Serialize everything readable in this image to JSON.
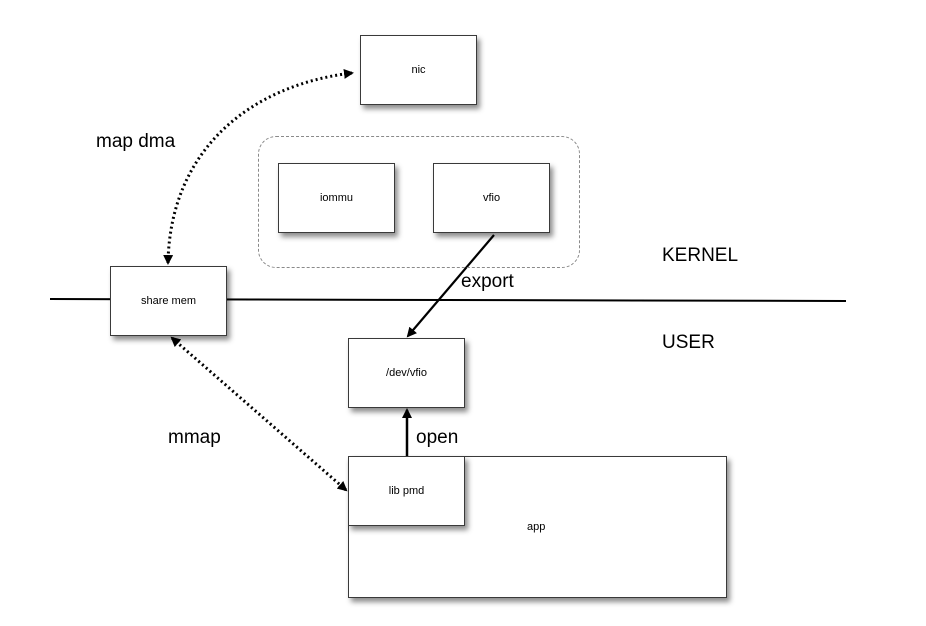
{
  "nodes": {
    "nic": "nic",
    "iommu": "iommu",
    "vfio": "vfio",
    "share_mem": "share mem",
    "dev_vfio": "/dev/vfio",
    "app": "app",
    "lib_pmd": "lib pmd"
  },
  "edges": {
    "map_dma": "map dma",
    "export": "export",
    "mmap": "mmap",
    "open": "open"
  },
  "regions": {
    "kernel": "KERNEL",
    "user": "USER"
  }
}
